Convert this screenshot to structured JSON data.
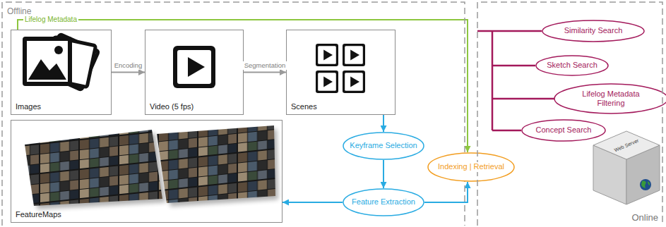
{
  "diagram": {
    "nodes": [
      {
        "text": [
          "Offline"
        ]
      },
      {
        "text": [
          "Images"
        ],
        "in": 0
      },
      {
        "text": [
          "Video (5 fps)"
        ],
        "in": 0
      },
      {
        "text": [
          "Scenes"
        ],
        "in": 0
      },
      {
        "text": [
          "Keyframe Selection"
        ],
        "in": 0
      },
      {
        "text": [
          "FeatureMaps"
        ],
        "in": 0
      },
      {
        "text": [
          "Feature Extraction"
        ],
        "in": 0
      },
      {
        "text": [
          "Indexing | Retrieval"
        ]
      },
      {
        "text": [
          "Online"
        ]
      },
      {
        "text": [
          "Similarity Search"
        ],
        "in": 8
      },
      {
        "text": [
          "Sketch Search"
        ],
        "in": 8
      },
      {
        "text": [
          "Lifelog Metadata Filtering"
        ],
        "in": 8
      },
      {
        "text": [
          "Concept Search"
        ],
        "in": 8
      }
    ],
    "edges": [
      {
        "from": 1,
        "to": 2,
        "label": "Encoding",
        "arrow": "to"
      },
      {
        "from": 2,
        "to": 3,
        "label": "Segmentation",
        "arrow": "to"
      },
      {
        "from": 3,
        "to": 4,
        "arrow": "to"
      },
      {
        "from": 4,
        "to": 6,
        "arrow": "to"
      },
      {
        "from": 6,
        "to": 5,
        "arrow": "to"
      },
      {
        "from": 6,
        "to": 7,
        "arrow": "to"
      },
      {
        "from": 1,
        "to": 7,
        "label": "Lifelog Metadata",
        "arrow": "to"
      }
    ],
    "labels": [
      "Web Server"
    ]
  }
}
